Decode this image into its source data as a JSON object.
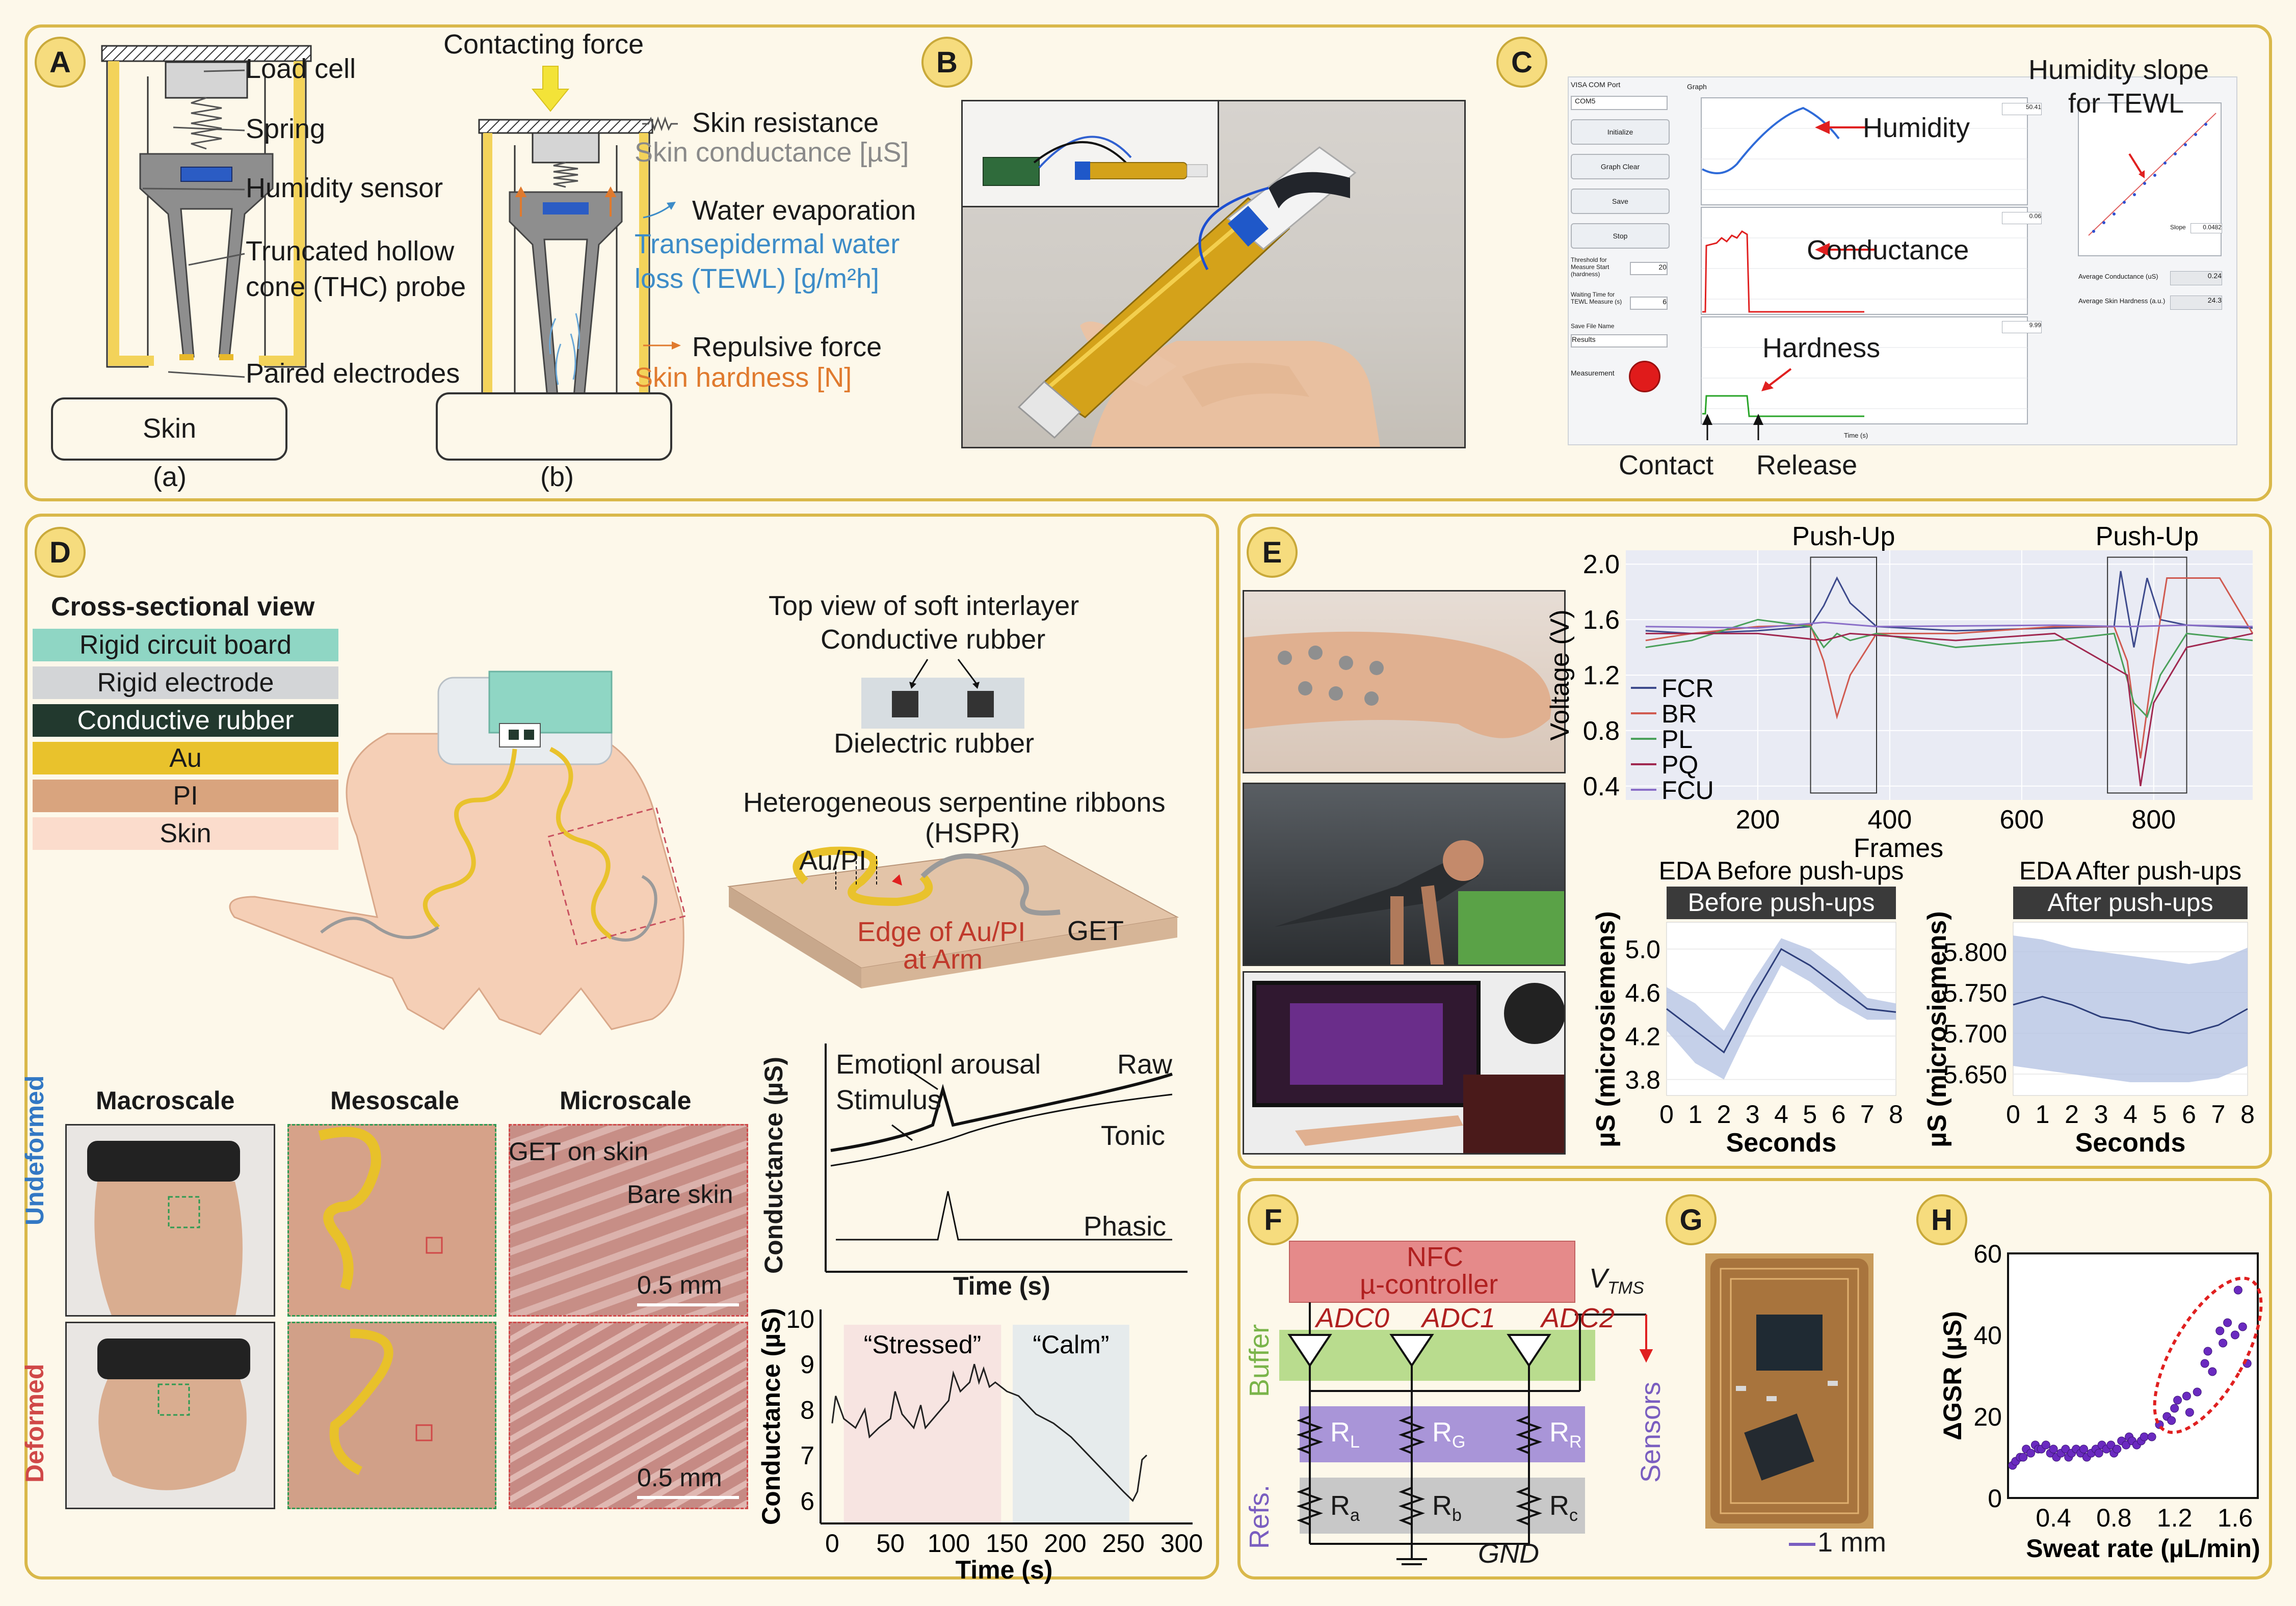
{
  "panels": {
    "A": {
      "badge": "A",
      "labels": [
        "Load cell",
        "Spring",
        "Humidity sensor",
        "Truncated hollow",
        "cone (THC) probe",
        "Paired electrodes"
      ],
      "skin": "Skin",
      "sub_a": "(a)",
      "sub_b": "(b)",
      "contacting_force": "Contacting force",
      "skin_resistance": "Skin resistance",
      "skin_conductance": "Skin conductance [µS]",
      "water_evaporation": "Water evaporation",
      "tewl_line1": "Transepidermal water",
      "tewl_line2": "loss (TEWL) [g/m²h]",
      "repulsive_force": "Repulsive force",
      "skin_hardness": "Skin hardness [N]"
    },
    "B": {
      "badge": "B"
    },
    "C": {
      "badge": "C",
      "humidity": "Humidity",
      "conductance": "Conductance",
      "hardness": "Hardness",
      "slope_title_1": "Humidity slope",
      "slope_title_2": "for TEWL",
      "contact": "Contact",
      "release": "Release",
      "gui": {
        "port_label": "VISA COM Port",
        "port_value": "COM5",
        "buttons": [
          "Initialize",
          "Graph Clear",
          "Save",
          "Stop"
        ],
        "threshold_label": "Threshold for Measure Start (hardness)",
        "threshold_value": "20",
        "waiting_label": "Waiting Time for TEWL Measure (s)",
        "waiting_value": "6",
        "save_file_label": "Save File Name",
        "save_file_value": "Results",
        "measurement": "Measurement",
        "graph": "Graph",
        "time_label": "Time (s)",
        "slope_label": "Slope",
        "slope_value": "0.0482",
        "avg_conductance_label": "Average Conductance (uS)",
        "avg_conductance_value": "0.24",
        "avg_hardness_label": "Average Skin Hardness (a.u.)",
        "avg_hardness_value": "24.3",
        "hum_readout": "50.41",
        "cond_readout": "0.06",
        "hard_readout": "9.99"
      }
    },
    "D": {
      "badge": "D",
      "cross_title": "Cross-sectional view",
      "layers": [
        {
          "label": "Rigid circuit board",
          "color": "#8fd6c4",
          "text_color": "#1a1a1a"
        },
        {
          "label": "Rigid electrode",
          "color": "#d3d5d7",
          "text_color": "#1a1a1a"
        },
        {
          "label": "Conductive rubber",
          "color": "#22392e",
          "text_color": "#ffffff"
        },
        {
          "label": "Au",
          "color": "#e9c22c",
          "text_color": "#1a1a1a"
        },
        {
          "label": "PI",
          "color": "#d9a47e",
          "text_color": "#1a1a1a"
        },
        {
          "label": "Skin",
          "color": "#fbdccc",
          "text_color": "#1a1a1a"
        }
      ],
      "top_view_1": "Top view of soft interlayer",
      "top_view_2": "Conductive rubber",
      "dielectric": "Dielectric rubber",
      "hspr_1": "Heterogeneous serpentine ribbons",
      "hspr_2": "(HSPR)",
      "au_pi": "Au/PI",
      "edge_1": "Edge of Au/PI",
      "edge_2": "at Arm",
      "get": "GET",
      "macroscale": "Macroscale",
      "mesoscale": "Mesoscale",
      "microscale": "Microscale",
      "undeformed": "Undeformed",
      "deformed": "Deformed",
      "get_on_skin": "GET on skin",
      "bare_skin": "Bare skin",
      "scale": "0.5 mm",
      "emotional_arousal": "Emotionl arousal",
      "stimulus": "Stimulus",
      "raw": "Raw",
      "tonic": "Tonic",
      "phasic": "Phasic",
      "cond_ylabel": "Conductance (µS)",
      "time_xlabel": "Time (s)",
      "stressed": "“Stressed”",
      "calm": "“Calm”"
    },
    "E": {
      "badge": "E",
      "push_up": "Push-Up",
      "before_title": "EDA Before push-ups",
      "before_header": "Before push-ups",
      "after_title": "EDA After push-ups",
      "after_header": "After push-ups"
    },
    "F": {
      "badge": "F",
      "nfc_1": "NFC",
      "nfc_2": "µ-controller",
      "vtms": "V",
      "vtms_sub": "TMS",
      "adc": [
        "ADC0",
        "ADC1",
        "ADC2"
      ],
      "buffer": "Buffer",
      "sensors": "Sensors",
      "refs": "Refs.",
      "gnd": "GND",
      "r_top": [
        [
          "R",
          "L"
        ],
        [
          "R",
          "G"
        ],
        [
          "R",
          "R"
        ]
      ],
      "r_bot": [
        [
          "R",
          "a"
        ],
        [
          "R",
          "b"
        ],
        [
          "R",
          "c"
        ]
      ]
    },
    "G": {
      "badge": "G",
      "scale": "1 mm"
    },
    "H": {
      "badge": "H"
    }
  },
  "chart_data": [
    {
      "id": "E-voltage",
      "type": "line",
      "xlabel": "Frames",
      "ylabel": "Voltage (V)",
      "xlim": [
        0,
        950
      ],
      "ylim": [
        0.3,
        2.1
      ],
      "xticks": [
        200,
        400,
        600,
        800
      ],
      "yticks": [
        0.4,
        0.8,
        1.2,
        1.6,
        2.0
      ],
      "legend": "bottom-left",
      "highlight_ranges": [
        [
          280,
          380
        ],
        [
          730,
          850
        ]
      ],
      "series": [
        {
          "name": "FCR",
          "color": "#3d4a8c",
          "points": [
            [
              30,
              1.52
            ],
            [
              100,
              1.5
            ],
            [
              200,
              1.52
            ],
            [
              280,
              1.55
            ],
            [
              300,
              1.7
            ],
            [
              320,
              1.9
            ],
            [
              340,
              1.72
            ],
            [
              380,
              1.55
            ],
            [
              500,
              1.52
            ],
            [
              650,
              1.54
            ],
            [
              740,
              1.55
            ],
            [
              750,
              1.95
            ],
            [
              770,
              1.4
            ],
            [
              790,
              1.9
            ],
            [
              810,
              1.6
            ],
            [
              850,
              1.56
            ],
            [
              950,
              1.54
            ]
          ]
        },
        {
          "name": "BR",
          "color": "#d05a50",
          "points": [
            [
              30,
              1.45
            ],
            [
              100,
              1.5
            ],
            [
              200,
              1.55
            ],
            [
              280,
              1.56
            ],
            [
              300,
              1.3
            ],
            [
              320,
              0.9
            ],
            [
              340,
              1.2
            ],
            [
              380,
              1.5
            ],
            [
              500,
              1.5
            ],
            [
              650,
              1.55
            ],
            [
              740,
              1.55
            ],
            [
              760,
              1.3
            ],
            [
              780,
              0.6
            ],
            [
              800,
              1.3
            ],
            [
              820,
              1.9
            ],
            [
              900,
              1.9
            ],
            [
              950,
              1.5
            ]
          ]
        },
        {
          "name": "PL",
          "color": "#4aa05a",
          "points": [
            [
              30,
              1.4
            ],
            [
              100,
              1.45
            ],
            [
              200,
              1.6
            ],
            [
              280,
              1.55
            ],
            [
              300,
              1.4
            ],
            [
              320,
              1.5
            ],
            [
              340,
              1.45
            ],
            [
              380,
              1.5
            ],
            [
              500,
              1.4
            ],
            [
              650,
              1.45
            ],
            [
              740,
              1.5
            ],
            [
              770,
              1.0
            ],
            [
              790,
              0.9
            ],
            [
              810,
              1.2
            ],
            [
              850,
              1.5
            ],
            [
              950,
              1.45
            ]
          ]
        },
        {
          "name": "PQ",
          "color": "#a02850",
          "points": [
            [
              30,
              1.5
            ],
            [
              200,
              1.5
            ],
            [
              300,
              1.45
            ],
            [
              340,
              1.5
            ],
            [
              500,
              1.45
            ],
            [
              650,
              1.5
            ],
            [
              760,
              1.2
            ],
            [
              780,
              0.4
            ],
            [
              800,
              1.0
            ],
            [
              850,
              1.4
            ],
            [
              950,
              1.5
            ]
          ]
        },
        {
          "name": "FCU",
          "color": "#8a6ec8",
          "points": [
            [
              30,
              1.55
            ],
            [
              200,
              1.54
            ],
            [
              300,
              1.58
            ],
            [
              380,
              1.55
            ],
            [
              650,
              1.56
            ],
            [
              760,
              1.55
            ],
            [
              850,
              1.56
            ],
            [
              950,
              1.55
            ]
          ]
        }
      ]
    },
    {
      "id": "E-before",
      "type": "line",
      "title": "EDA Before push-ups",
      "xlabel": "Seconds",
      "ylabel": "µS (microsiemens)",
      "x": [
        0,
        1,
        2,
        3,
        4,
        5,
        6,
        7,
        8
      ],
      "values": [
        4.45,
        4.25,
        4.05,
        4.55,
        5.0,
        4.85,
        4.65,
        4.45,
        4.42
      ],
      "band_low": [
        4.25,
        3.95,
        3.8,
        4.35,
        4.85,
        4.7,
        4.5,
        4.35,
        4.35
      ],
      "band_high": [
        4.65,
        4.5,
        4.25,
        4.7,
        5.1,
        5.0,
        4.8,
        4.55,
        4.5
      ],
      "ylim": [
        3.7,
        5.2
      ],
      "yticks": [
        3.8,
        4.2,
        4.6,
        5.0
      ],
      "xticks": [
        0,
        1,
        2,
        3,
        4,
        5,
        6,
        7,
        8
      ]
    },
    {
      "id": "E-after",
      "type": "line",
      "title": "EDA After push-ups",
      "xlabel": "Seconds",
      "ylabel": "µS (microsiemens)",
      "x": [
        0,
        1,
        2,
        3,
        4,
        5,
        6,
        7,
        8
      ],
      "values": [
        5.735,
        5.745,
        5.735,
        5.72,
        5.715,
        5.705,
        5.7,
        5.71,
        5.73
      ],
      "band_low": [
        5.66,
        5.655,
        5.65,
        5.645,
        5.64,
        5.64,
        5.64,
        5.645,
        5.66
      ],
      "band_high": [
        5.82,
        5.815,
        5.805,
        5.8,
        5.795,
        5.79,
        5.785,
        5.79,
        5.805
      ],
      "ylim": [
        5.63,
        5.83
      ],
      "yticks": [
        5.65,
        5.7,
        5.75,
        5.8
      ],
      "ytick_labels": [
        "5.650",
        "5.700",
        "5.750",
        "5.800"
      ],
      "xticks": [
        0,
        1,
        2,
        3,
        4,
        5,
        6,
        7,
        8
      ]
    },
    {
      "id": "D-stressed",
      "type": "line",
      "xlabel": "Time (s)",
      "ylabel": "Conductance (µS)",
      "xlim": [
        -10,
        305
      ],
      "ylim": [
        5.5,
        10.2
      ],
      "xticks": [
        0,
        50,
        100,
        150,
        200,
        250,
        300
      ],
      "yticks": [
        6,
        7,
        8,
        9,
        10
      ],
      "regions": [
        {
          "label": "“Stressed”",
          "range": [
            10,
            145
          ]
        },
        {
          "label": "“Calm”",
          "range": [
            155,
            255
          ]
        }
      ],
      "points": [
        [
          0,
          7.7
        ],
        [
          3,
          8.3
        ],
        [
          10,
          7.8
        ],
        [
          20,
          7.6
        ],
        [
          28,
          8.0
        ],
        [
          32,
          7.4
        ],
        [
          40,
          7.6
        ],
        [
          50,
          7.8
        ],
        [
          54,
          8.4
        ],
        [
          60,
          7.9
        ],
        [
          70,
          7.6
        ],
        [
          76,
          8.1
        ],
        [
          80,
          7.6
        ],
        [
          90,
          7.9
        ],
        [
          100,
          8.2
        ],
        [
          104,
          8.8
        ],
        [
          110,
          8.4
        ],
        [
          118,
          8.6
        ],
        [
          122,
          9.0
        ],
        [
          126,
          8.6
        ],
        [
          130,
          8.9
        ],
        [
          135,
          8.5
        ],
        [
          140,
          8.6
        ],
        [
          145,
          8.5
        ],
        [
          150,
          8.4
        ],
        [
          160,
          8.3
        ],
        [
          175,
          7.9
        ],
        [
          190,
          7.7
        ],
        [
          205,
          7.4
        ],
        [
          220,
          7.0
        ],
        [
          235,
          6.6
        ],
        [
          250,
          6.2
        ],
        [
          258,
          6.0
        ],
        [
          262,
          6.2
        ],
        [
          266,
          6.9
        ],
        [
          270,
          7.0
        ]
      ]
    },
    {
      "id": "H-gsr",
      "type": "scatter",
      "xlabel": "Sweat rate (µL/min)",
      "ylabel": "ΔGSR (µS)",
      "xlim": [
        0.1,
        1.75
      ],
      "ylim": [
        0,
        60
      ],
      "xticks": [
        0.4,
        0.8,
        1.2,
        1.6
      ],
      "yticks": [
        0,
        20,
        40,
        60
      ],
      "points": [
        [
          0.13,
          8
        ],
        [
          0.15,
          9
        ],
        [
          0.18,
          10
        ],
        [
          0.2,
          10
        ],
        [
          0.22,
          12
        ],
        [
          0.25,
          11
        ],
        [
          0.28,
          13
        ],
        [
          0.3,
          12
        ],
        [
          0.32,
          12
        ],
        [
          0.35,
          13
        ],
        [
          0.38,
          11
        ],
        [
          0.4,
          12
        ],
        [
          0.42,
          10
        ],
        [
          0.45,
          11
        ],
        [
          0.48,
          12
        ],
        [
          0.5,
          10
        ],
        [
          0.52,
          11
        ],
        [
          0.55,
          12
        ],
        [
          0.58,
          11
        ],
        [
          0.6,
          12
        ],
        [
          0.62,
          10
        ],
        [
          0.65,
          11
        ],
        [
          0.68,
          12
        ],
        [
          0.7,
          11
        ],
        [
          0.72,
          13
        ],
        [
          0.75,
          12
        ],
        [
          0.78,
          13
        ],
        [
          0.8,
          11
        ],
        [
          0.82,
          12
        ],
        [
          0.85,
          14
        ],
        [
          0.88,
          13
        ],
        [
          0.9,
          15
        ],
        [
          0.92,
          14
        ],
        [
          0.95,
          13
        ],
        [
          0.98,
          14
        ],
        [
          1.0,
          15
        ],
        [
          1.05,
          15
        ],
        [
          1.1,
          18
        ],
        [
          1.15,
          20
        ],
        [
          1.18,
          19
        ],
        [
          1.2,
          22
        ],
        [
          1.22,
          24
        ],
        [
          1.28,
          25
        ],
        [
          1.3,
          21
        ],
        [
          1.35,
          26
        ],
        [
          1.4,
          33
        ],
        [
          1.42,
          36
        ],
        [
          1.45,
          31
        ],
        [
          1.5,
          41
        ],
        [
          1.52,
          38
        ],
        [
          1.55,
          43
        ],
        [
          1.6,
          40
        ],
        [
          1.62,
          51
        ],
        [
          1.65,
          42
        ],
        [
          1.68,
          33
        ]
      ]
    }
  ]
}
